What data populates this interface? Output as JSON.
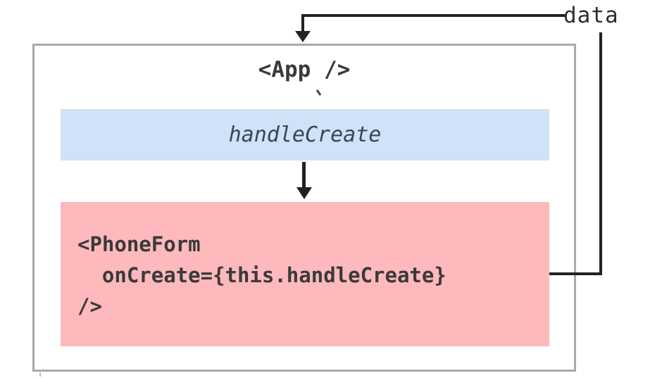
{
  "flow": {
    "data_label": "data"
  },
  "app": {
    "title": "<App />",
    "handler_label": "handleCreate",
    "code_lines": [
      "<PhoneForm",
      "  onCreate={this.handleCreate}",
      "/>"
    ]
  },
  "colors": {
    "handler_bg": "#cfe2f7",
    "phoneform_bg": "#fdb9bc",
    "box_border": "#a9a9a9",
    "line": "#222222",
    "text": "#3a3a3a"
  }
}
